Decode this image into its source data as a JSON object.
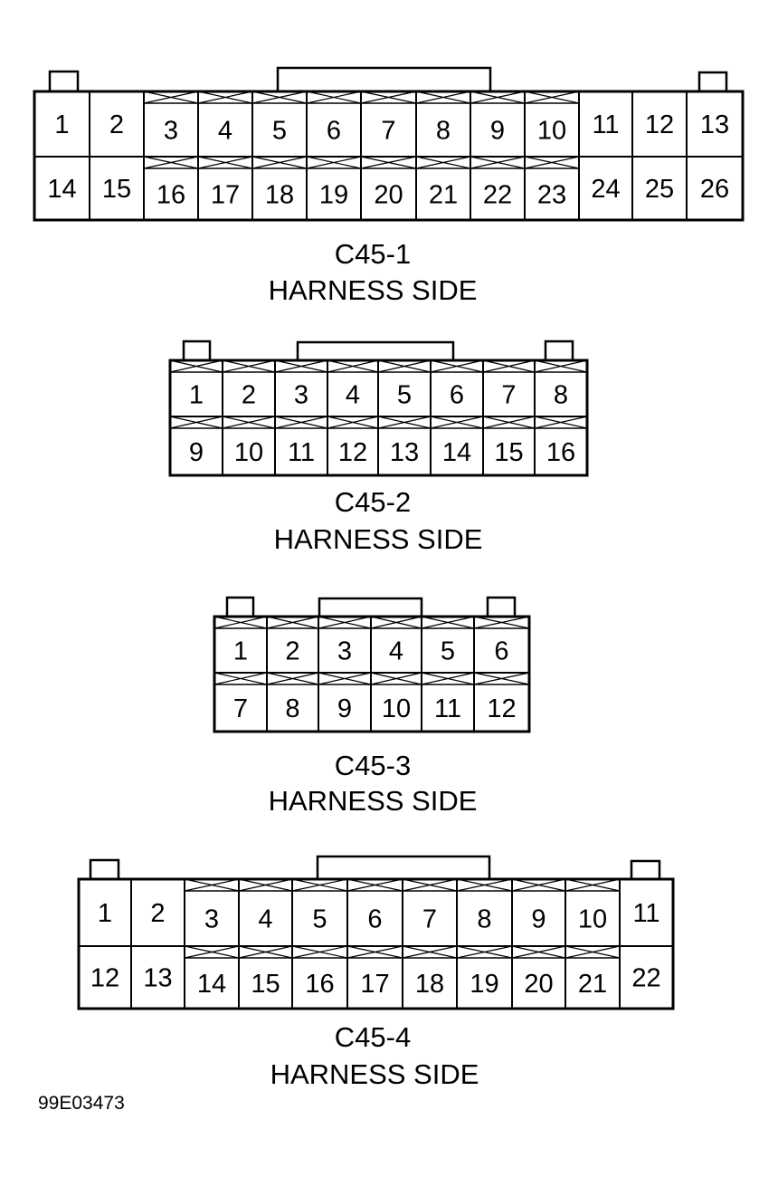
{
  "figure_id": "99E03473",
  "connectors": [
    {
      "name": "C45-1",
      "side": "HARNESS SIDE",
      "top_row": [
        "1",
        "2",
        "3",
        "4",
        "5",
        "6",
        "7",
        "8",
        "9",
        "10",
        "11",
        "12",
        "13"
      ],
      "bottom_row": [
        "14",
        "15",
        "16",
        "17",
        "18",
        "19",
        "20",
        "21",
        "22",
        "23",
        "24",
        "25",
        "26"
      ],
      "latched_columns": [
        2,
        3,
        4,
        5,
        6,
        7,
        8,
        9
      ]
    },
    {
      "name": "C45-2",
      "side": "HARNESS SIDE",
      "top_row": [
        "1",
        "2",
        "3",
        "4",
        "5",
        "6",
        "7",
        "8"
      ],
      "bottom_row": [
        "9",
        "10",
        "11",
        "12",
        "13",
        "14",
        "15",
        "16"
      ],
      "latched_columns": [
        0,
        1,
        2,
        3,
        4,
        5,
        6,
        7
      ]
    },
    {
      "name": "C45-3",
      "side": "HARNESS SIDE",
      "top_row": [
        "1",
        "2",
        "3",
        "4",
        "5",
        "6"
      ],
      "bottom_row": [
        "7",
        "8",
        "9",
        "10",
        "11",
        "12"
      ],
      "latched_columns": [
        0,
        1,
        2,
        3,
        4,
        5
      ]
    },
    {
      "name": "C45-4",
      "side": "HARNESS SIDE",
      "top_row": [
        "1",
        "2",
        "3",
        "4",
        "5",
        "6",
        "7",
        "8",
        "9",
        "10",
        "11"
      ],
      "bottom_row": [
        "12",
        "13",
        "14",
        "15",
        "16",
        "17",
        "18",
        "19",
        "20",
        "21",
        "22"
      ],
      "latched_columns": [
        2,
        3,
        4,
        5,
        6,
        7,
        8,
        9
      ]
    }
  ]
}
